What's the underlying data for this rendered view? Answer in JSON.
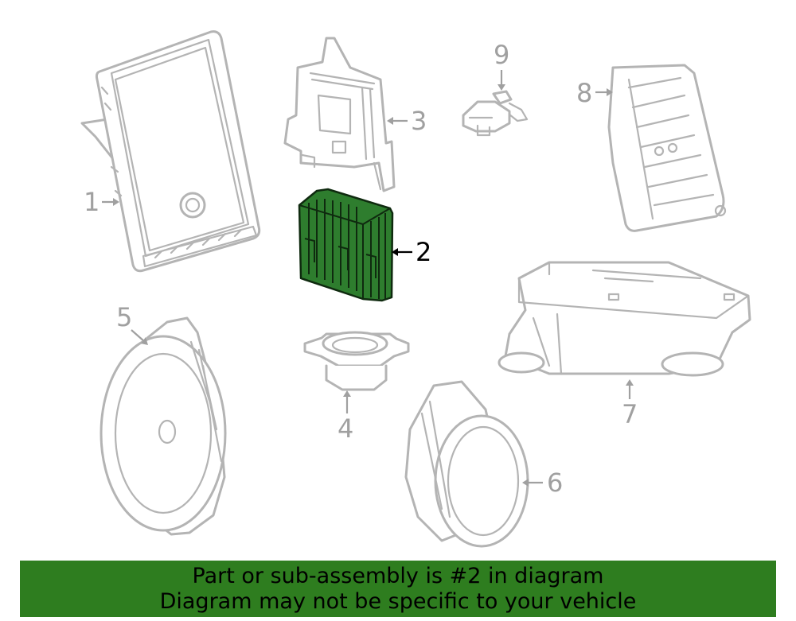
{
  "diagram": {
    "callouts": [
      {
        "id": 1,
        "label": "1",
        "active": false
      },
      {
        "id": 2,
        "label": "2",
        "active": true
      },
      {
        "id": 3,
        "label": "3",
        "active": false
      },
      {
        "id": 4,
        "label": "4",
        "active": false
      },
      {
        "id": 5,
        "label": "5",
        "active": false
      },
      {
        "id": 6,
        "label": "6",
        "active": false
      },
      {
        "id": 7,
        "label": "7",
        "active": false
      },
      {
        "id": 8,
        "label": "8",
        "active": false
      },
      {
        "id": 9,
        "label": "9",
        "active": false
      }
    ],
    "highlight_color": "#2e7d2e"
  },
  "banner": {
    "line1": "Part or sub-assembly is #2 in diagram",
    "line2": "Diagram may not be specific to your vehicle",
    "background": "#2e7d1f"
  }
}
